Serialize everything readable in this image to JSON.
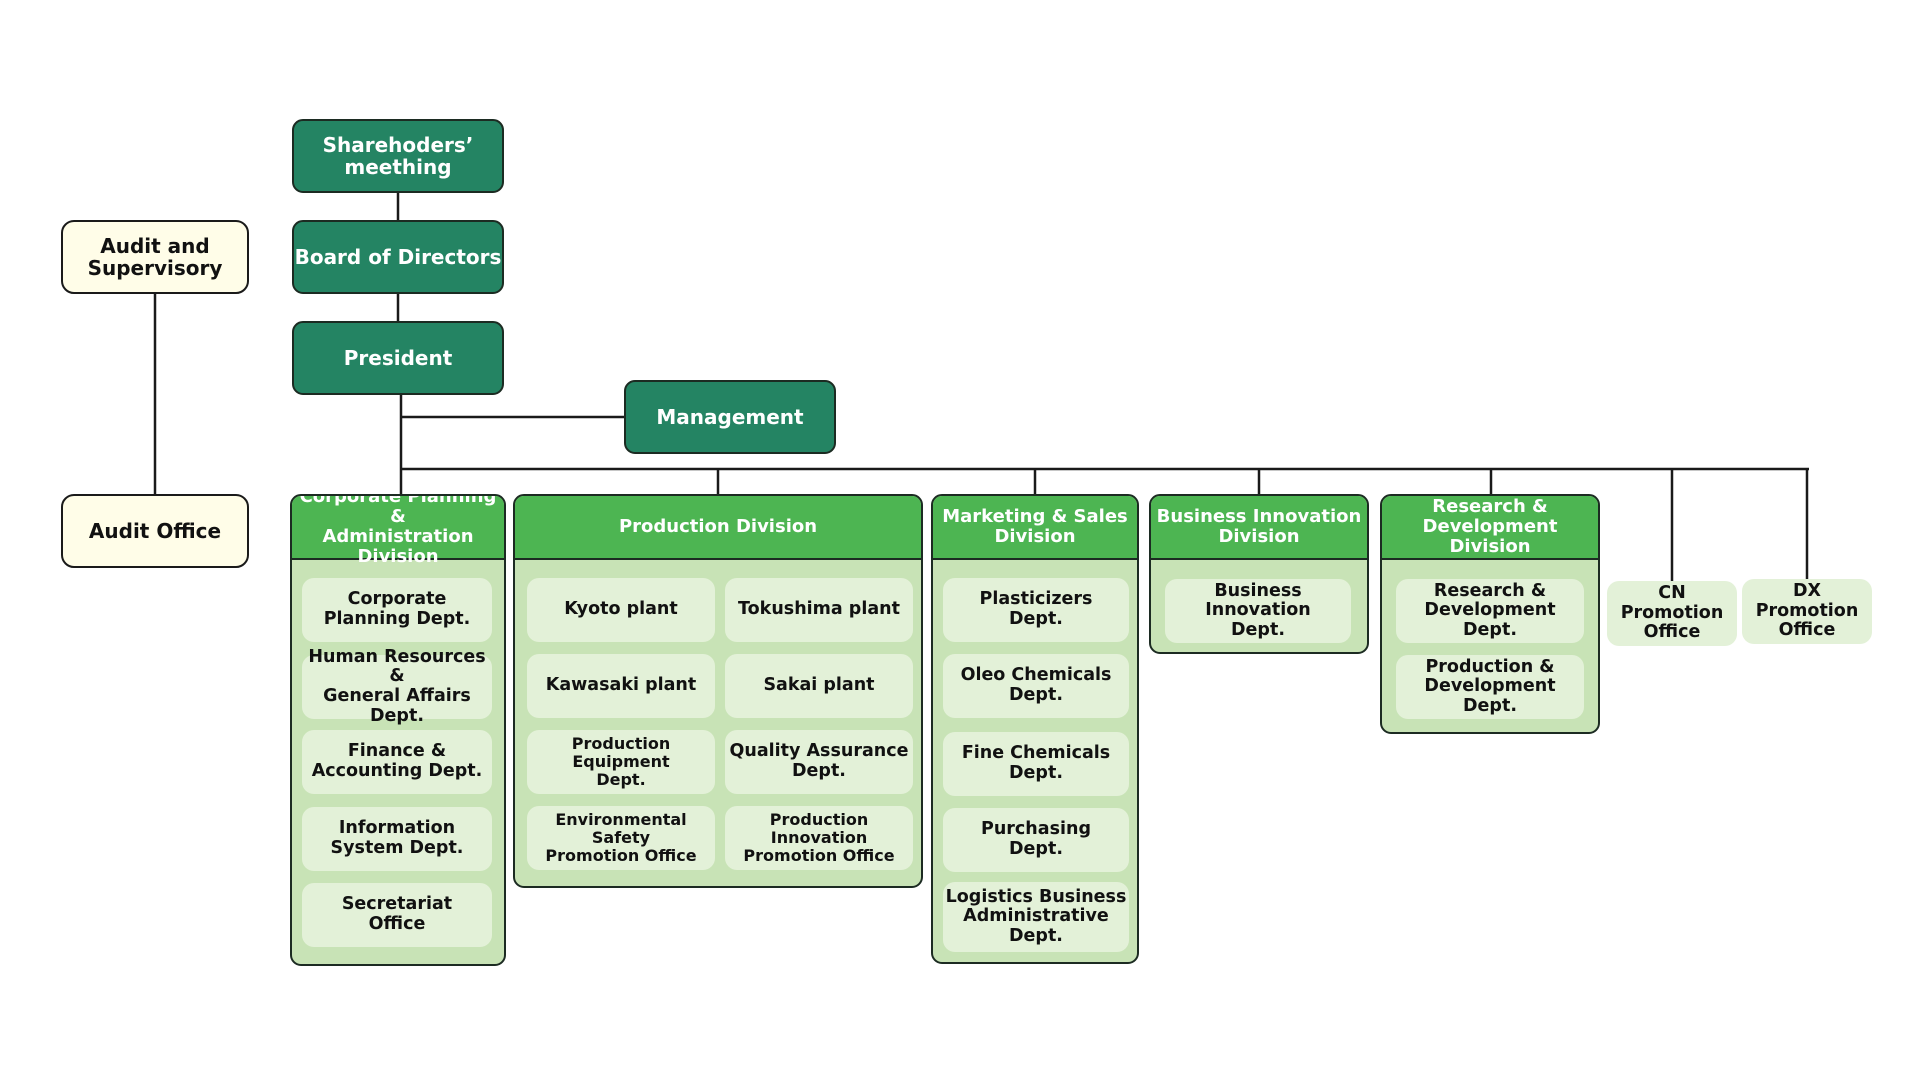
{
  "top": {
    "shareholders": "Sharehoders’\nmeething",
    "board": "Board of Directors",
    "president": "President",
    "management": "Management"
  },
  "audit": {
    "supervisory": "Audit and\nSupervisory",
    "office": "Audit  Office"
  },
  "divisions": {
    "corporate": {
      "title": "Corporate Planning &\nAdministration Division",
      "depts": [
        "Corporate\nPlanning Dept.",
        "Human Resources &\nGeneral Affairs Dept.",
        "Finance &\nAccounting Dept.",
        "Information\nSystem Dept.",
        "Secretariat\nOffice"
      ]
    },
    "production": {
      "title": "Production Division",
      "depts": [
        "Kyoto plant",
        "Tokushima plant",
        "Kawasaki plant",
        "Sakai  plant",
        "Production Equipment\nDept.",
        "Quality Assurance\nDept.",
        "Environmental Safety\nPromotion Office",
        "Production Innovation\nPromotion Office"
      ]
    },
    "marketing": {
      "title": "Marketing & Sales\nDivision",
      "depts": [
        "Plasticizers\nDept.",
        "Oleo Chemicals\nDept.",
        "Fine Chemicals\nDept.",
        "Purchasing\nDept.",
        "Logistics Business\nAdministrative\nDept."
      ]
    },
    "innovation": {
      "title": "Business Innovation\nDivision",
      "depts": [
        "Business Innovation\nDept."
      ]
    },
    "research": {
      "title": "Research &\nDevelopment Division",
      "depts": [
        "Research  &\nDevelopment Dept.",
        "Production &\nDevelopment Dept."
      ]
    }
  },
  "offices": {
    "cn": "CN Promotion\nOffice",
    "dx": "DX Promotion\nOffice"
  },
  "colors": {
    "dark_green": "#248463",
    "header_green": "#4db552",
    "panel_green": "#c8e3b6",
    "dept_green": "#e3f1d8",
    "audit_cream": "#fffde8"
  }
}
